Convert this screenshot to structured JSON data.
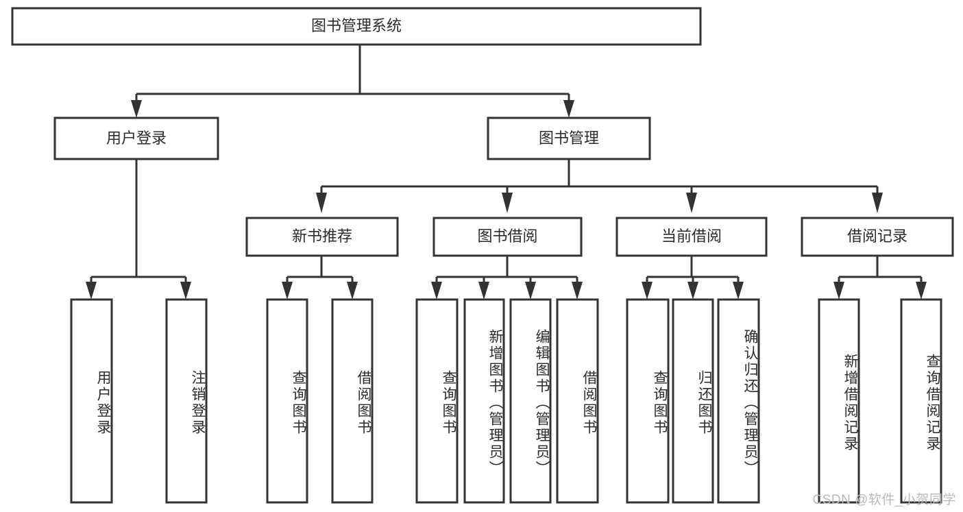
{
  "diagram": {
    "title": "图书管理系统",
    "type": "tree",
    "watermark": "CSDN @软件_小贺同学",
    "colors": {
      "background": "#ffffff",
      "box_fill": "#ffffff",
      "box_stroke": "#333333",
      "text": "#2b2b2b",
      "watermark": "#b9b9b9"
    },
    "levels": {
      "root": {
        "label": "图书管理系统"
      },
      "level2": [
        {
          "label": "用户登录"
        },
        {
          "label": "图书管理"
        }
      ],
      "level3": [
        {
          "label": "新书推荐"
        },
        {
          "label": "图书借阅"
        },
        {
          "label": "当前借阅"
        },
        {
          "label": "借阅记录"
        }
      ],
      "leaves": {
        "user_login": [
          {
            "label": "用户登录"
          },
          {
            "label": "注销登录"
          }
        ],
        "new_book_recommend": [
          {
            "label": "查询图书"
          },
          {
            "label": "借阅图书"
          }
        ],
        "book_borrow": [
          {
            "label": "查询图书"
          },
          {
            "label": "新增图书（管理员）"
          },
          {
            "label": "编辑图书（管理员）"
          },
          {
            "label": "借阅图书"
          }
        ],
        "current_borrow": [
          {
            "label": "查询图书"
          },
          {
            "label": "归还图书"
          },
          {
            "label": "确认归还（管理员）"
          }
        ],
        "borrow_record": [
          {
            "label": "新增借阅记录"
          },
          {
            "label": "查询借阅记录"
          }
        ]
      }
    }
  }
}
